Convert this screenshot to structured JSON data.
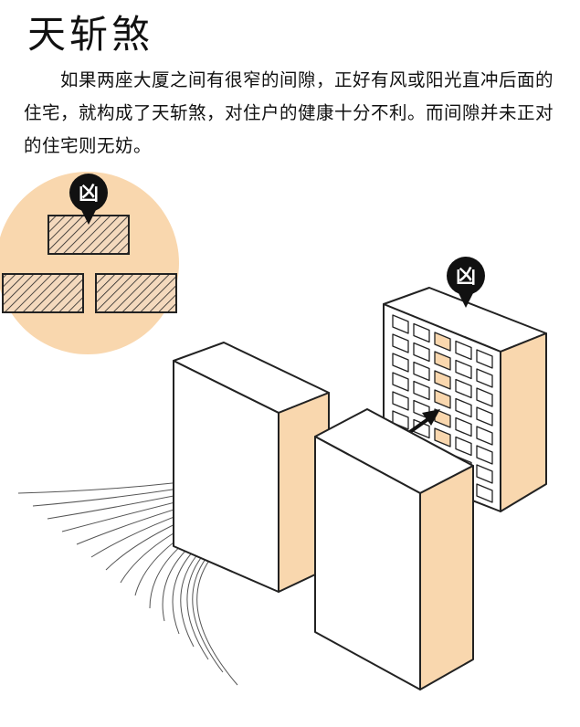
{
  "title": "天斩煞",
  "paragraph": "如果两座大厦之间有很窄的间隙，正好有风或阳光直冲后面的住宅，就构成了天斩煞，对住户的健康十分不利。而间隙并未正对的住宅则无妨。",
  "pin_label": "凶",
  "colors": {
    "peach": "#f9d7ae",
    "ink": "#111111"
  }
}
